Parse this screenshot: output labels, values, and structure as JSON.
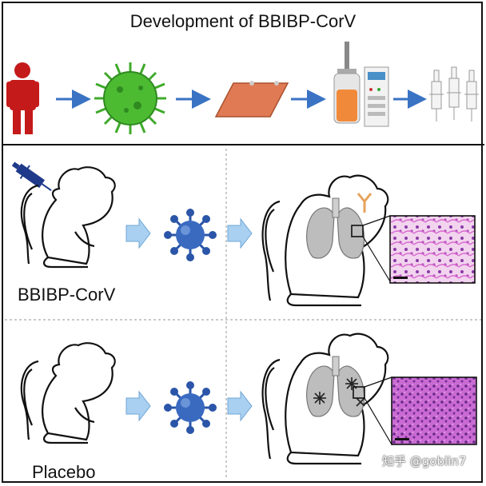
{
  "title": "Development of BBIBP-CorV",
  "groups": {
    "vaccine_label": "BBIBP-CorV",
    "placebo_label": "Placebo"
  },
  "watermark": "知乎 @goblin7",
  "colors": {
    "human": "#c41a1a",
    "virus": "#3faa2a",
    "plate": "#e07a55",
    "arrow_blue": "#3a73c4",
    "arrow_light": "#a9d0f0",
    "virus_blue": "#2a55a8",
    "tissue_pink": "#d86ad0",
    "lung_gray": "#b8b8b8",
    "antibody": "#e6a35a"
  },
  "icons": {
    "human": "human-silhouette-icon",
    "virus": "virus-icon",
    "plate": "culture-plate-icon",
    "bioreactor": "bioreactor-icon",
    "syringes": "syringe-vials-icon"
  }
}
